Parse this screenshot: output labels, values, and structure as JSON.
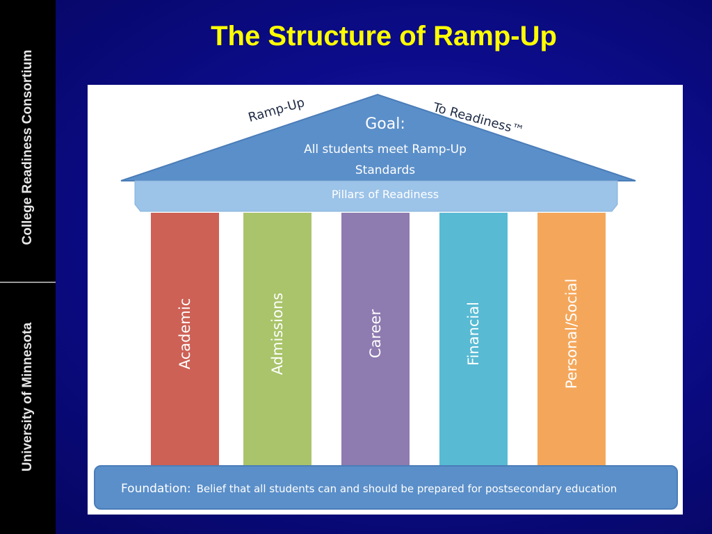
{
  "sidebar": {
    "top_text": "College Readiness Consortium",
    "bottom_text": "University of Minnesota"
  },
  "slide": {
    "title": "The Structure of Ramp-Up"
  },
  "diagram": {
    "roof_left_label": "Ramp-Up",
    "roof_right_label": "To Readiness™",
    "goal_title": "Goal:",
    "goal_text": "All students meet Ramp-Up Standards",
    "beam_label": "Pillars of Readiness",
    "pillars": [
      {
        "label": "Academic",
        "color": "#cd6155"
      },
      {
        "label": "Admissions",
        "color": "#a9c46a"
      },
      {
        "label": "Career",
        "color": "#8e7bb0"
      },
      {
        "label": "Financial",
        "color": "#58bad3"
      },
      {
        "label": "Personal/Social",
        "color": "#f4a75b"
      }
    ],
    "foundation_label": "Foundation:",
    "foundation_text": "Belief that all students can and should be prepared for postsecondary education",
    "colors": {
      "roof": "#5b8fc9",
      "beam": "#9cc3e8",
      "foundation": "#5b8fc9",
      "title": "#ffff00"
    }
  }
}
